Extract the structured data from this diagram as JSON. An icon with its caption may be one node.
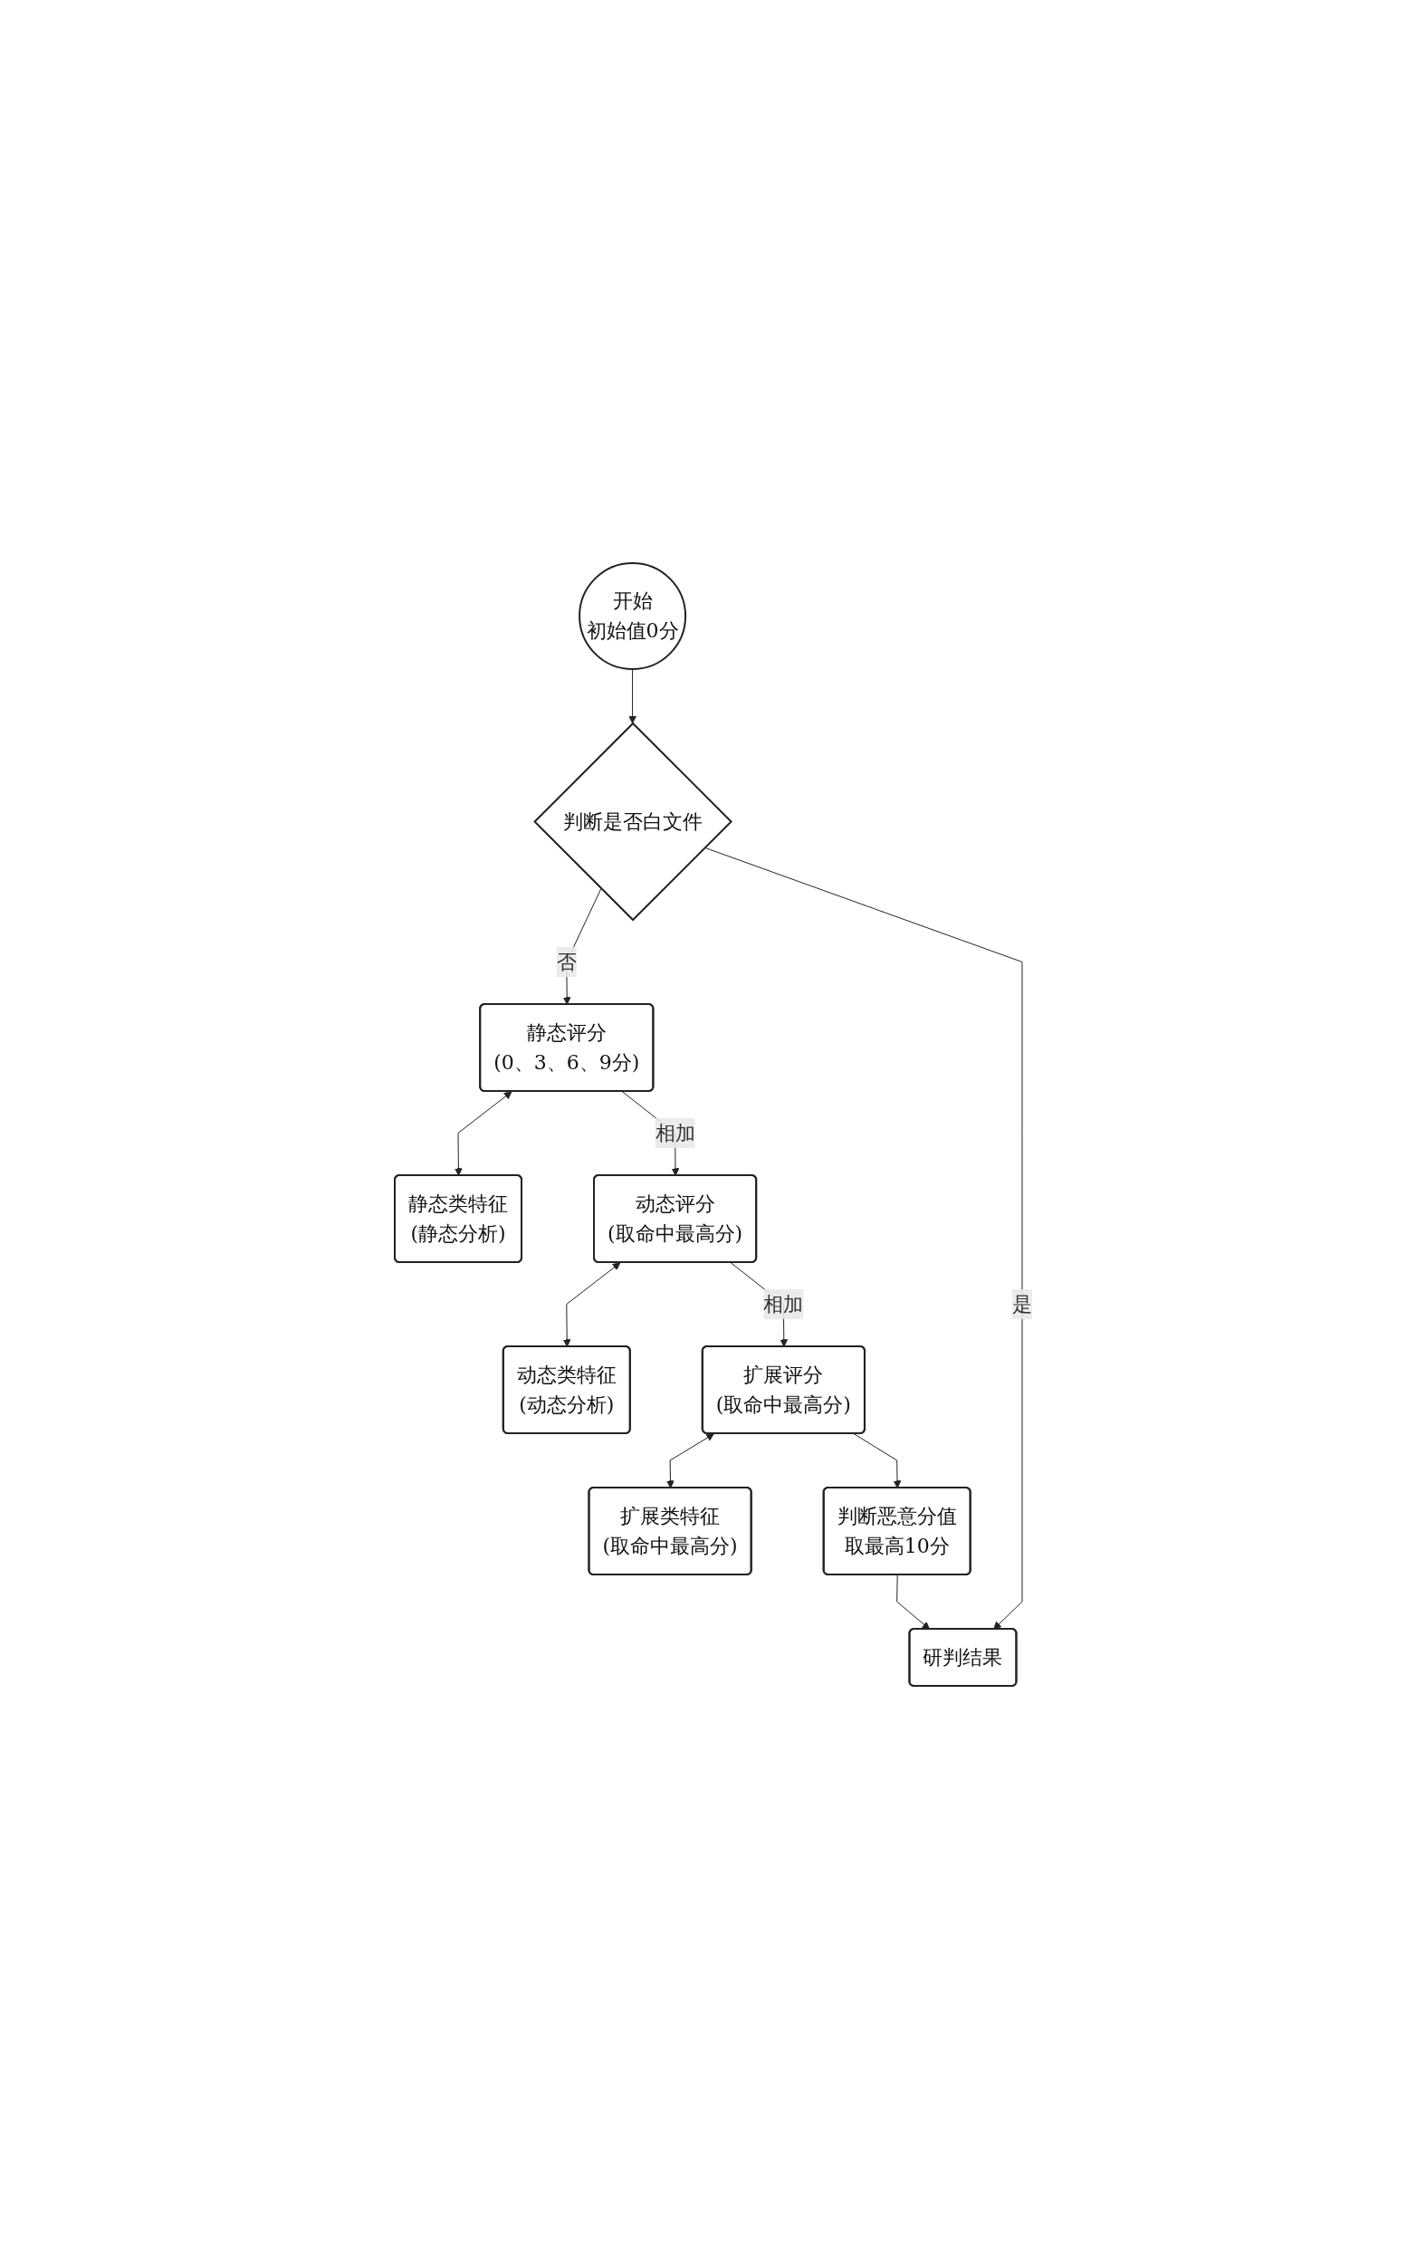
{
  "diagram": {
    "nodes": [
      {
        "text": [
          "开始",
          "初始值0分"
        ]
      },
      {
        "text": [
          "判断是否白文件"
        ]
      },
      {
        "text": [
          "静态评分",
          "(0、3、6、9分)"
        ]
      },
      {
        "text": [
          "静态类特征",
          "(静态分析)"
        ]
      },
      {
        "text": [
          "动态评分",
          "(取命中最高分)"
        ]
      },
      {
        "text": [
          "动态类特征",
          "(动态分析)"
        ]
      },
      {
        "text": [
          "扩展评分",
          "(取命中最高分)"
        ]
      },
      {
        "text": [
          "扩展类特征",
          "(取命中最高分)"
        ]
      },
      {
        "text": [
          "判断恶意分值",
          "取最高10分"
        ]
      },
      {
        "text": [
          "研判结果"
        ]
      }
    ],
    "edges": [
      {
        "from": 0,
        "to": 1,
        "arrow": "to"
      },
      {
        "from": 1,
        "to": 2,
        "arrow": "to",
        "label": "否"
      },
      {
        "from": 1,
        "to": 9,
        "arrow": "to",
        "label": "是"
      },
      {
        "from": 2,
        "to": 3,
        "arrow": "both"
      },
      {
        "from": 2,
        "to": 4,
        "arrow": "to",
        "label": "相加"
      },
      {
        "from": 4,
        "to": 5,
        "arrow": "both"
      },
      {
        "from": 4,
        "to": 6,
        "arrow": "to",
        "label": "相加"
      },
      {
        "from": 6,
        "to": 7,
        "arrow": "both"
      },
      {
        "from": 6,
        "to": 8,
        "arrow": "to"
      },
      {
        "from": 8,
        "to": 9,
        "arrow": "to"
      }
    ]
  }
}
